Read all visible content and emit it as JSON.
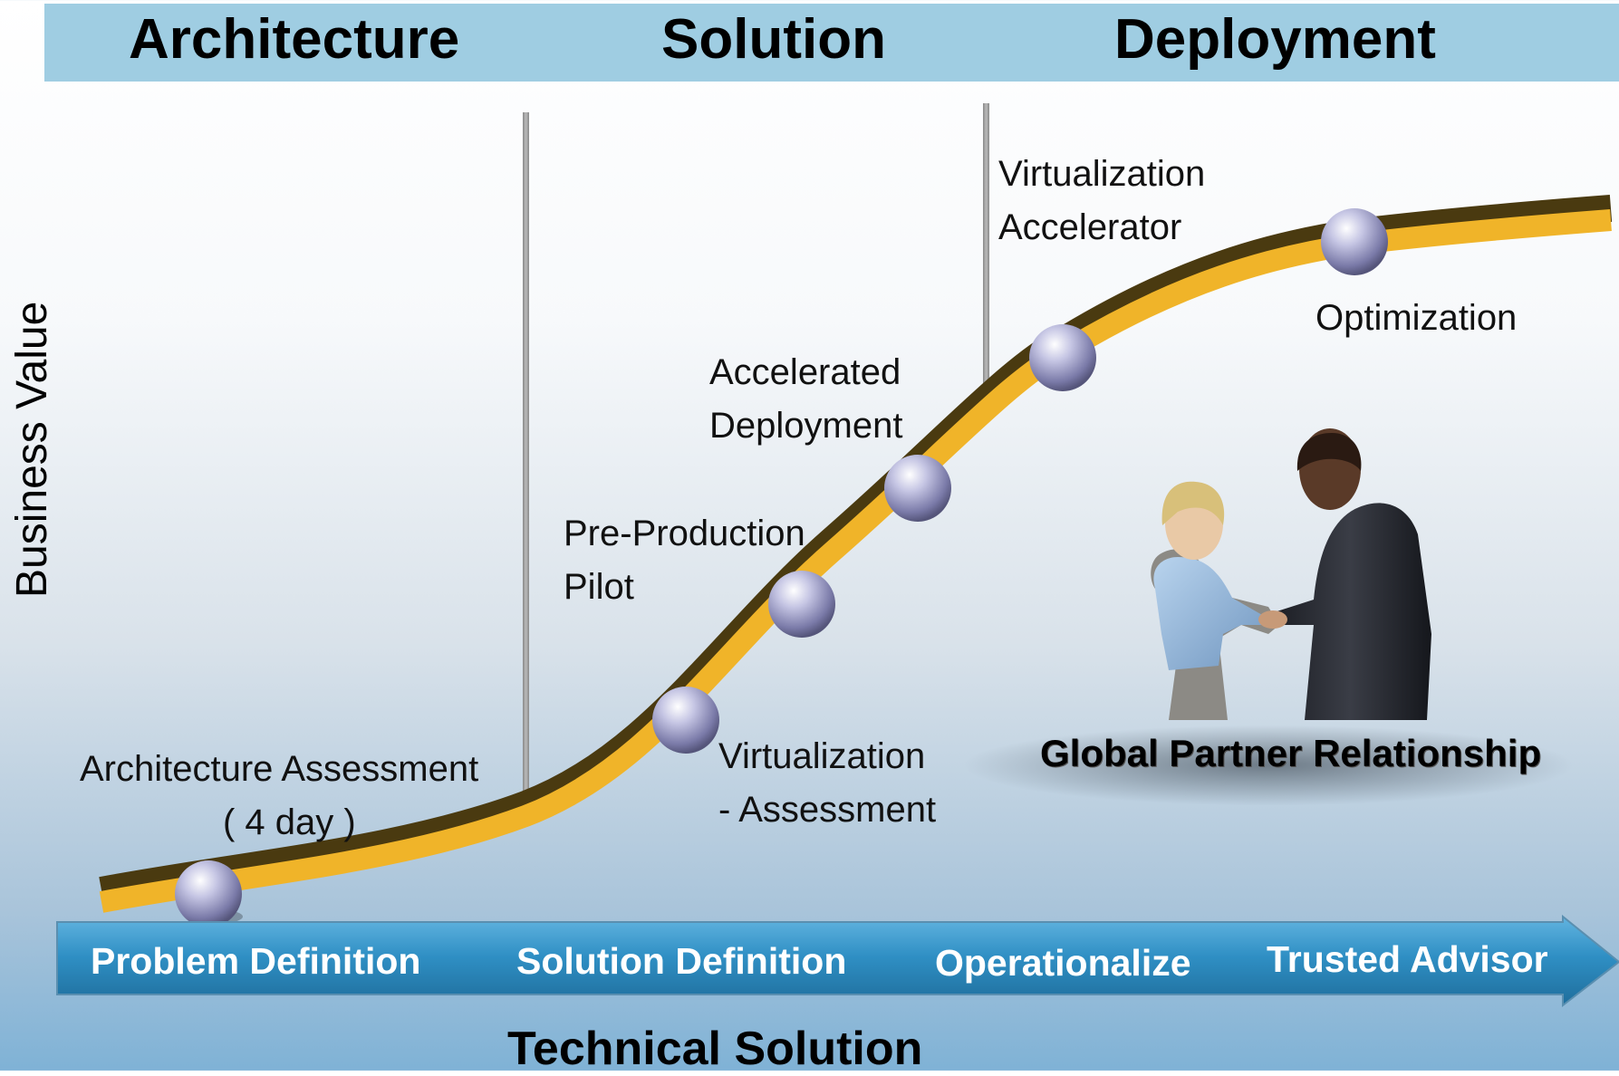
{
  "phases": {
    "architecture": "Architecture",
    "solution": "Solution",
    "deployment": "Deployment"
  },
  "y_axis_label": "Business Value",
  "milestones": {
    "architecture_assessment": {
      "line1": "Architecture Assessment",
      "line2": "( 4 day )"
    },
    "virtualization_assessment": {
      "line1": "Virtualization",
      "line2": "- Assessment"
    },
    "pre_production_pilot": {
      "line1": "Pre-Production",
      "line2": "Pilot"
    },
    "accelerated_deployment": {
      "line1": "Accelerated",
      "line2": "Deployment"
    },
    "virtualization_accelerator": {
      "line1": "Virtualization",
      "line2": "Accelerator"
    },
    "optimization": {
      "line1": "Optimization"
    }
  },
  "partner_caption": "Global Partner Relationship",
  "stages": [
    "Problem Definition",
    "Solution Definition",
    "Operationalize",
    "Trusted Advisor"
  ],
  "bottom_title": "Technical Solution",
  "colors": {
    "banner": "#9fcde2",
    "curve": "#f0b429",
    "curve_shadow": "#4a3a10",
    "arrow_band": "#2f8fc4",
    "milestone_sphere": "#9c9cc8"
  },
  "icons": [
    "milestone-sphere-icon",
    "handshake-photo"
  ]
}
